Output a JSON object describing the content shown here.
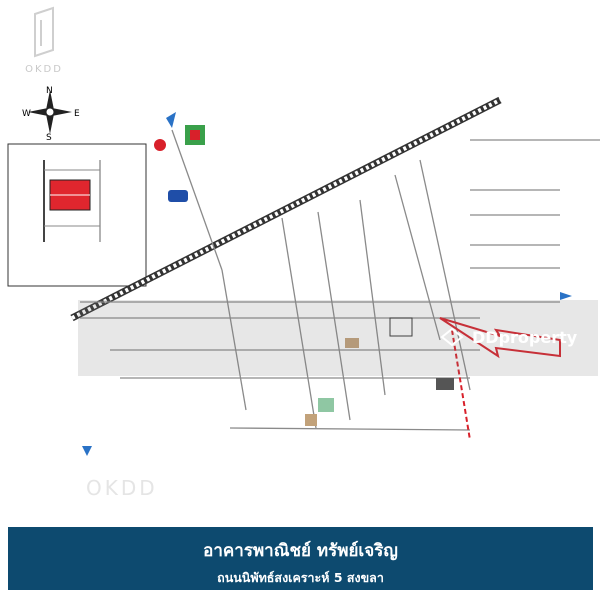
{
  "logo": {
    "text": "OKDD"
  },
  "compass": {
    "n": "N",
    "e": "E",
    "s": "S",
    "w": "W"
  },
  "brand": {
    "text": "DDproperty"
  },
  "footer": {
    "title": "อาคารพาณิชย์ ทรัพย์เจริญ",
    "subtitle": "ถนนนิพัทธ์สงเคราะห์ 5 สงขลา"
  },
  "watermark": {
    "text": "OKDD"
  },
  "colors": {
    "railway": "#333333",
    "road": "#8a8a8a",
    "route": "#d8202a",
    "footer": "#0d4a6f",
    "arrow_blue": "#2a72c6"
  }
}
